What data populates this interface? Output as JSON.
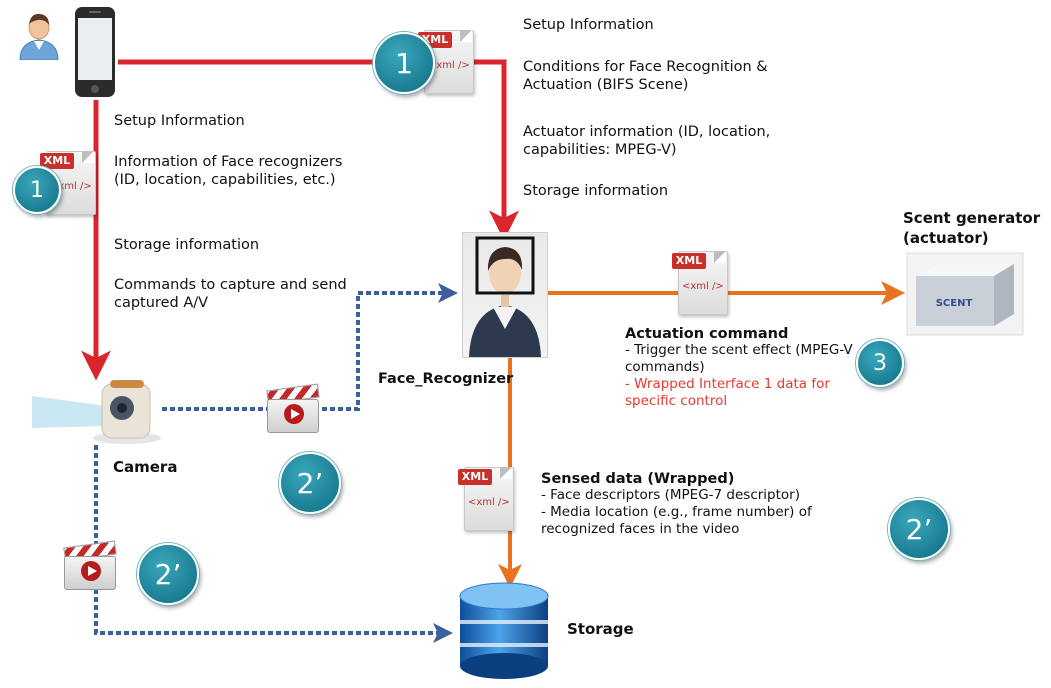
{
  "colors": {
    "setup_arrow": "#d9252b",
    "actuation_arrow": "#e8731e",
    "dotted_arrow": "#3e5f9e",
    "badge": "#1b7e93",
    "highlight_text": "#e83a2f"
  },
  "badges": {
    "setup_top": "1",
    "setup_left": "1",
    "actuation": "3",
    "video_mid": "2’",
    "video_right": "2’",
    "video_left": "2’"
  },
  "xml_icon": {
    "tag": "XML",
    "code": "<xml />"
  },
  "top_setup": {
    "items": [
      "Setup Information",
      "Conditions for Face Recognition & Actuation (BIFS Scene)",
      "Actuator information (ID, location, capabilities: MPEG-V)",
      "Storage information"
    ]
  },
  "left_setup": {
    "items": [
      "Setup Information",
      "Information of Face recognizers (ID, location, capabilities, etc.)",
      "Storage information",
      "Commands to capture and send captured A/V"
    ]
  },
  "nodes": {
    "face_recognizer": "Face_Recognizer",
    "camera": "Camera",
    "scent_generator": "Scent generator (actuator)",
    "storage": "Storage",
    "scent_device_label": "SCENT"
  },
  "actuation": {
    "title": "Actuation command",
    "line1": "- Trigger the scent effect (MPEG-V commands)",
    "line2": "- Wrapped Interface 1 data for specific control"
  },
  "sensed": {
    "title": "Sensed data (Wrapped)",
    "line1": "- Face descriptors (MPEG-7 descriptor)",
    "line2": "- Media location (e.g., frame number) of recognized faces in the video"
  }
}
